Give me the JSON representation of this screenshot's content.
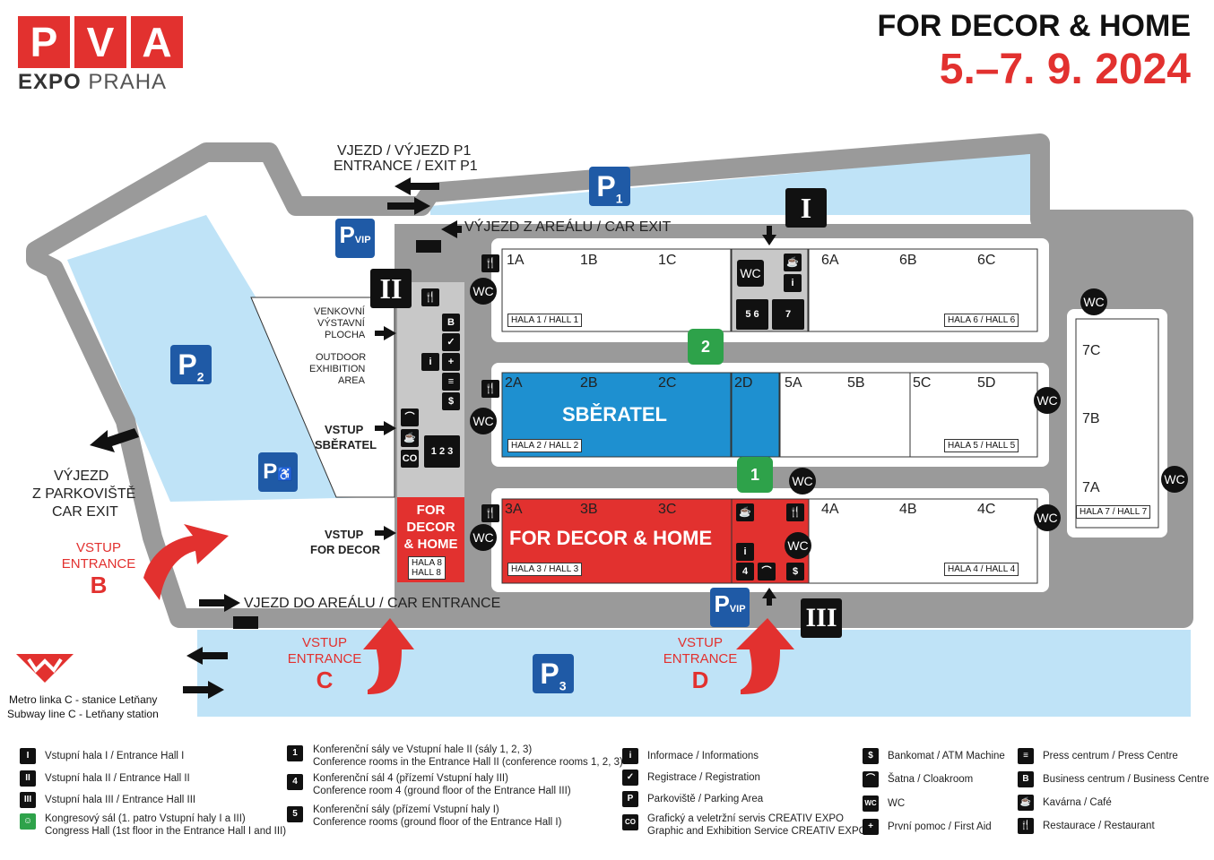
{
  "logo": {
    "letters": [
      "P",
      "V",
      "A"
    ],
    "sub_bold": "EXPO",
    "sub": "PRAHA"
  },
  "event": {
    "title": "FOR DECOR & HOME",
    "date": "5.–7. 9. 2024"
  },
  "roads": {
    "entrance_exit_p1_cz": "VJEZD / VÝJEZD P1",
    "entrance_exit_p1_en": "ENTRANCE / EXIT P1",
    "car_exit_top": "VÝJEZD Z AREÁLU / CAR EXIT",
    "car_entrance": "VJEZD DO AREÁLU / CAR ENTRANCE",
    "parking_exit": [
      "VÝJEZD",
      "Z PARKOVIŠTĚ",
      "CAR EXIT"
    ]
  },
  "parking": {
    "p1": "P",
    "p1_num": "1",
    "p2": "P",
    "p2_num": "2",
    "p3": "P",
    "p3_num": "3",
    "vip": "VIP",
    "disabled": "♿"
  },
  "outdoor": {
    "lines_cz": [
      "VENKOVNÍ",
      "VÝSTAVNÍ",
      "PLOCHA"
    ],
    "lines_en": [
      "OUTDOOR",
      "EXHIBITION",
      "AREA"
    ]
  },
  "entries": {
    "sberatel": [
      "VSTUP",
      "SBĚRATEL"
    ],
    "for_decor": [
      "VSTUP",
      "FOR DECOR"
    ],
    "b": {
      "cz": "VSTUP",
      "en": "ENTRANCE",
      "letter": "B"
    },
    "c": {
      "cz": "VSTUP",
      "en": "ENTRANCE",
      "letter": "C"
    },
    "d": {
      "cz": "VSTUP",
      "en": "ENTRANCE",
      "letter": "D"
    }
  },
  "halls": {
    "row1": {
      "codes": [
        "1A",
        "1B",
        "1C"
      ],
      "tag": "HALA 1 / HALL 1",
      "codes6": [
        "6A",
        "6B",
        "6C"
      ],
      "tag6": "HALA 6 / HALL 6"
    },
    "row2": {
      "codes": [
        "2A",
        "2B",
        "2C"
      ],
      "code2d": "2D",
      "name": "SBĚRATEL",
      "tag": "HALA 2 / HALL 2",
      "codes5": [
        "5A",
        "5B",
        "5C",
        "5D"
      ],
      "tag5": "HALA 5 / HALL 5"
    },
    "row3": {
      "codes": [
        "3A",
        "3B",
        "3C"
      ],
      "name": "FOR DECOR & HOME",
      "tag": "HALA 3 / HALL 3",
      "codes4": [
        "4A",
        "4B",
        "4C"
      ],
      "tag4": "HALA 4 / HALL 4"
    },
    "hall7": {
      "codes": [
        "7C",
        "7B",
        "7A"
      ],
      "tag": "HALA 7 / HALL 7"
    },
    "hall8": {
      "name": [
        "FOR",
        "DECOR",
        "& HOME"
      ],
      "tag": [
        "HALA 8",
        "HALL 8"
      ]
    }
  },
  "roman": {
    "i": "I",
    "ii": "II",
    "iii": "III"
  },
  "metro": {
    "line_cz": "Metro linka C - stanice Letňany",
    "line_en": "Subway line C - Letňany station"
  },
  "legend": [
    {
      "icon": "I",
      "text": "Vstupní hala I / Entrance Hall I"
    },
    {
      "icon": "II",
      "text": "Vstupní hala II / Entrance Hall II"
    },
    {
      "icon": "III",
      "text": "Vstupní hala III / Entrance Hall III"
    },
    {
      "icon": "☺",
      "text": "Kongresový sál (1. patro Vstupní haly I a III)",
      "text2": "Congress Hall (1st floor in the Entrance Hall I and III)"
    },
    {
      "icon": "1",
      "text": "Konferenční sály ve Vstupní hale II (sály 1, 2, 3)",
      "text2": "Conference rooms in the Entrance Hall II (conference rooms 1, 2, 3)"
    },
    {
      "icon": "4",
      "text": "Konferenční sál 4 (přízemí Vstupní haly III)",
      "text2": "Conference room 4 (ground floor of the Entrance Hall III)"
    },
    {
      "icon": "5",
      "text": "Konferenční sály (přízemí Vstupní haly I)",
      "text2": "Conference rooms (ground floor of the Entrance Hall I)"
    },
    {
      "icon": "i",
      "text": "Informace / Informations"
    },
    {
      "icon": "✓",
      "text": "Registrace / Registration"
    },
    {
      "icon": "P",
      "text": "Parkoviště / Parking Area"
    },
    {
      "icon": "CO",
      "text": "Grafický a veletržní servis CREATIV EXPO",
      "text2": "Graphic and Exhibition Service CREATIV EXPO"
    },
    {
      "icon": "$",
      "text": "Bankomat / ATM Machine"
    },
    {
      "icon": "⌒",
      "text": "Šatna / Cloakroom"
    },
    {
      "icon": "WC",
      "text": "WC"
    },
    {
      "icon": "+",
      "text": "První pomoc / First Aid"
    },
    {
      "icon": "≡",
      "text": "Press centrum / Press Centre"
    },
    {
      "icon": "B",
      "text": "Business centrum / Business Centre"
    },
    {
      "icon": "☕",
      "text": "Kavárna / Café"
    },
    {
      "icon": "🍴",
      "text": "Restaurace / Restaurant"
    }
  ],
  "colors": {
    "red": "#e2312f",
    "blue": "#1f5aa6",
    "sky": "#bfe3f7",
    "road": "#9a9a9a",
    "hall2": "#1e90d0",
    "green": "#2ea24a"
  }
}
